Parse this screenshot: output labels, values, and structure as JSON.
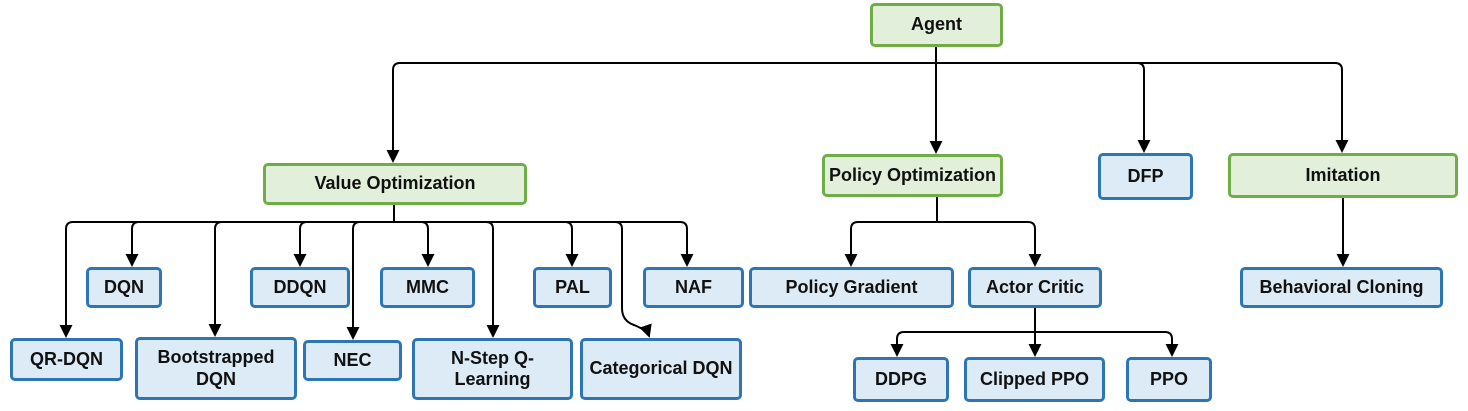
{
  "palette": {
    "category_border": "#70AD47",
    "category_fill": "#E2EFDA",
    "algorithm_border": "#2E75B6",
    "algorithm_fill": "#DDEBF7",
    "connector": "#000000"
  },
  "nodes": {
    "agent": {
      "label": "Agent",
      "type": "category"
    },
    "value_optimization": {
      "label": "Value Optimization",
      "type": "category"
    },
    "policy_optimization": {
      "label": "Policy Optimization",
      "type": "category"
    },
    "dfp": {
      "label": "DFP",
      "type": "algorithm"
    },
    "imitation": {
      "label": "Imitation",
      "type": "category"
    },
    "dqn": {
      "label": "DQN",
      "type": "algorithm"
    },
    "ddqn": {
      "label": "DDQN",
      "type": "algorithm"
    },
    "mmc": {
      "label": "MMC",
      "type": "algorithm"
    },
    "pal": {
      "label": "PAL",
      "type": "algorithm"
    },
    "naf": {
      "label": "NAF",
      "type": "algorithm"
    },
    "qr_dqn": {
      "label": "QR-DQN",
      "type": "algorithm"
    },
    "bootstrapped_dqn": {
      "label": "Bootstrapped DQN",
      "type": "algorithm"
    },
    "nec": {
      "label": "NEC",
      "type": "algorithm"
    },
    "n_step_q_learning": {
      "label": "N-Step Q-Learning",
      "type": "algorithm"
    },
    "categorical_dqn": {
      "label": "Categorical DQN",
      "type": "algorithm"
    },
    "policy_gradient": {
      "label": "Policy Gradient",
      "type": "algorithm"
    },
    "actor_critic": {
      "label": "Actor Critic",
      "type": "algorithm"
    },
    "ddpg": {
      "label": "DDPG",
      "type": "algorithm"
    },
    "clipped_ppo": {
      "label": "Clipped PPO",
      "type": "algorithm"
    },
    "ppo": {
      "label": "PPO",
      "type": "algorithm"
    },
    "behavioral_cloning": {
      "label": "Behavioral Cloning",
      "type": "algorithm"
    }
  },
  "hierarchy": {
    "Agent": [
      "Value Optimization",
      "Policy Optimization",
      "DFP",
      "Imitation"
    ],
    "Value Optimization": [
      "QR-DQN",
      "DQN",
      "Bootstrapped DQN",
      "DDQN",
      "NEC",
      "MMC",
      "N-Step Q-Learning",
      "PAL",
      "Categorical DQN",
      "NAF"
    ],
    "Policy Optimization": [
      "Policy Gradient",
      "Actor Critic"
    ],
    "Actor Critic": [
      "DDPG",
      "Clipped PPO",
      "PPO"
    ],
    "Imitation": [
      "Behavioral Cloning"
    ]
  }
}
